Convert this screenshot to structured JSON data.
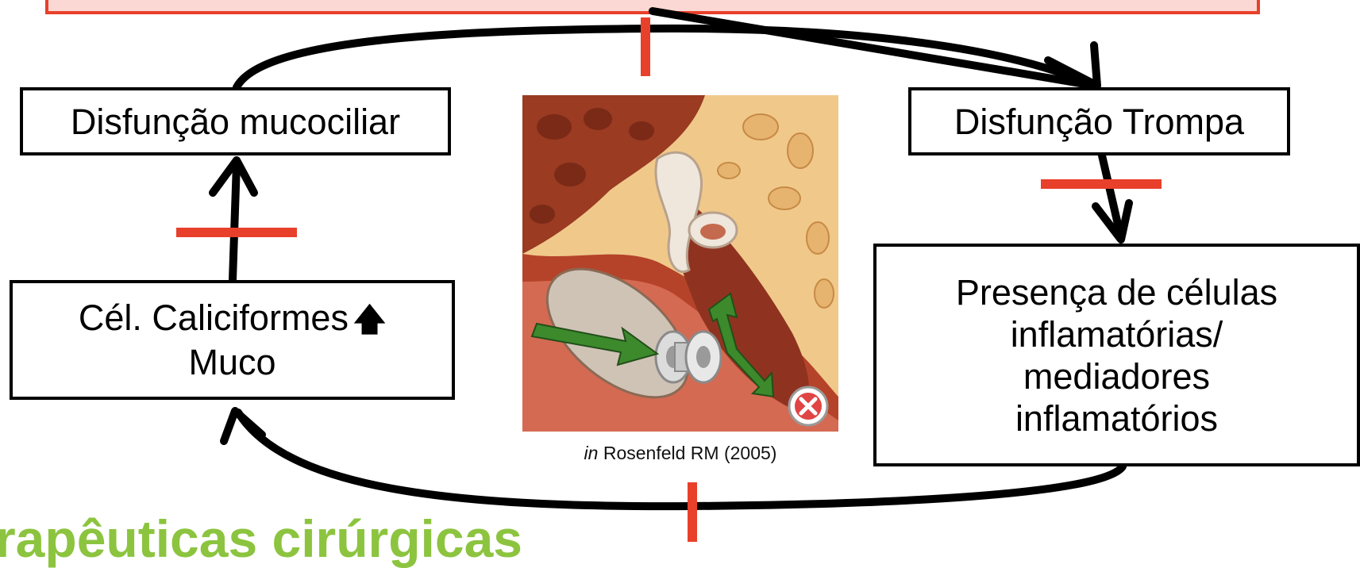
{
  "diagram": {
    "boxes": {
      "mucociliar": "Disfunção mucociliar",
      "trompa": "Disfunção Trompa",
      "caliciformes_line1": "Cél. Caliciformes",
      "caliciformes_line2": "Muco",
      "inflamatorias_line1": "Presença de células",
      "inflamatorias_line2": "inflamatórias/",
      "inflamatorias_line3": "mediadores",
      "inflamatorias_line4": "inflamatórios"
    },
    "caption_prefix": "in",
    "caption_text": "Rosenfeld RM (2005)",
    "bottom_title": "rapêuticas cirúrgicas",
    "up_arrow_glyph": "🡅",
    "colors": {
      "arrow": "#000000",
      "inhibition_mark": "#e8402a",
      "banner_fill": "#fbd8d3",
      "banner_border": "#e8402a",
      "title_green": "#8cc43f",
      "photo_green_arrow": "#3c8a2c"
    },
    "icons": [
      "up-arrow-icon",
      "blocked-x-icon",
      "green-arrow-icon",
      "ventilation-tube-icon"
    ]
  }
}
